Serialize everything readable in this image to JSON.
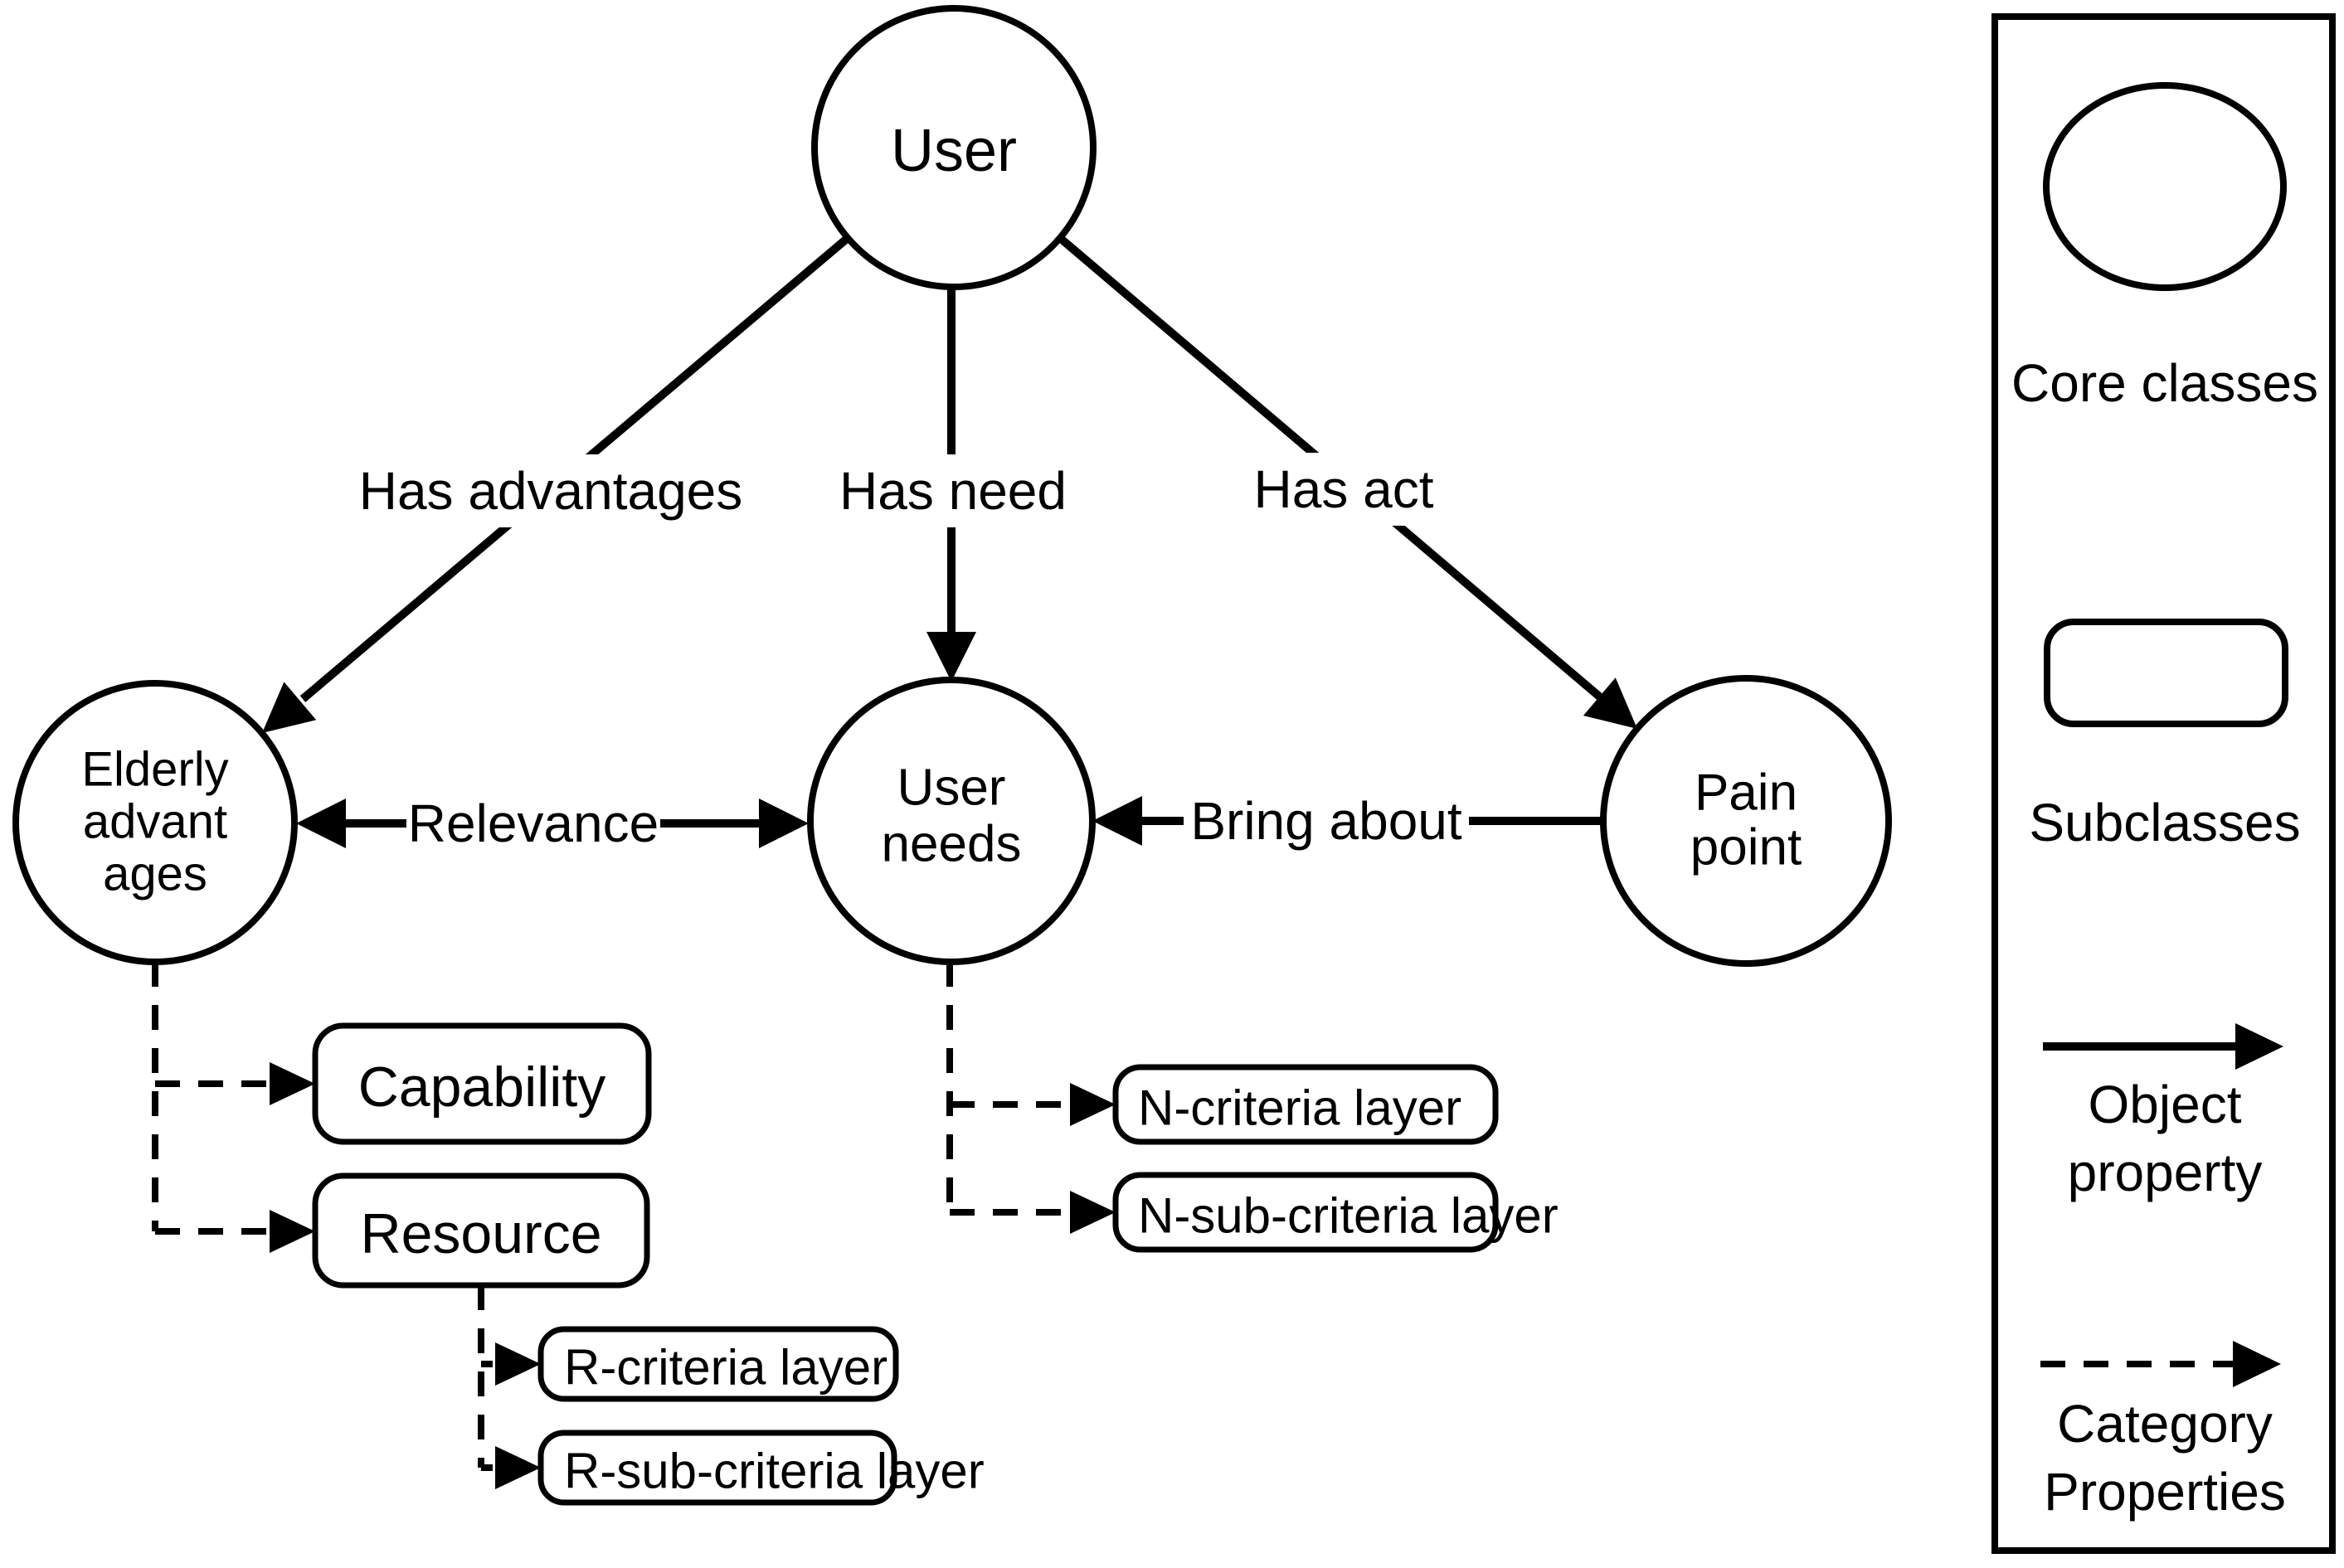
{
  "colors": {
    "stroke": "#000000",
    "background": "#ffffff"
  },
  "nodes": {
    "user": {
      "label": "User"
    },
    "elderly_advantages": {
      "lines": [
        "Elderly",
        "advant",
        "ages"
      ]
    },
    "user_needs": {
      "lines": [
        "User",
        "needs"
      ]
    },
    "pain_point": {
      "lines": [
        "Pain",
        "point"
      ]
    }
  },
  "edges": {
    "has_advantages": {
      "label": "Has advantages"
    },
    "has_need": {
      "label": "Has need"
    },
    "has_act": {
      "label": "Has act"
    },
    "relevance": {
      "label": "Relevance"
    },
    "bring_about": {
      "label": "Bring about"
    }
  },
  "subclasses": {
    "capability": {
      "label": "Capability"
    },
    "resource": {
      "label": "Resource"
    },
    "n_criteria": {
      "label": "N-criteria layer"
    },
    "n_sub_criteria": {
      "label": "N-sub-criteria layer"
    },
    "r_criteria": {
      "label": "R-criteria layer"
    },
    "r_sub_criteria": {
      "label": "R-sub-criteria layer"
    }
  },
  "legend": {
    "core_classes": {
      "label": "Core classes"
    },
    "subclasses": {
      "label": "Subclasses"
    },
    "object_property": {
      "lines": [
        "Object",
        "property"
      ]
    },
    "category_properties": {
      "lines": [
        "Category",
        "Properties"
      ]
    }
  }
}
